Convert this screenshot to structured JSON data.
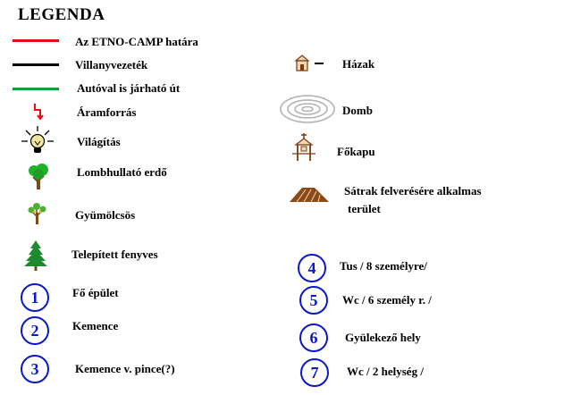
{
  "title": "LEGENDA",
  "colors": {
    "red_line": "#e41010",
    "black_line": "#000000",
    "green_line": "#12a030",
    "number_circle": "#0a18c8"
  },
  "left_items": [
    {
      "icon": "red-line",
      "label": "Az ETNO-CAMP határa"
    },
    {
      "icon": "black-line",
      "label": "Villanyvezeték"
    },
    {
      "icon": "green-line",
      "label": "Autóval is járható út"
    },
    {
      "icon": "power-source-icon",
      "label": "Áramforrás"
    },
    {
      "icon": "light-bulb-icon",
      "label": "Világítás"
    },
    {
      "icon": "deciduous-tree-icon",
      "label": "Lombhullató erdő"
    },
    {
      "icon": "fruit-tree-icon",
      "label": "Gyümölcsös"
    },
    {
      "icon": "pine-tree-icon",
      "label": "Telepített fenyves"
    },
    {
      "number": "1",
      "label": "Fő épület"
    },
    {
      "number": "2",
      "label": "Kemence"
    },
    {
      "number": "3",
      "label": "Kemence v. pince(?)"
    }
  ],
  "right_items": [
    {
      "icon": "house-icon",
      "label": "Házak"
    },
    {
      "icon": "hill-icon",
      "label": "Domb"
    },
    {
      "icon": "gate-icon",
      "label": "Főkapu"
    },
    {
      "icon": "tent-area-icon",
      "label": "Sátrak felverésére alkalmas",
      "label2": "terület"
    },
    {
      "number": "4",
      "label": "Tus / 8 személyre/"
    },
    {
      "number": "5",
      "label": "Wc / 6 személy r. /"
    },
    {
      "number": "6",
      "label": "Gyülekező hely"
    },
    {
      "number": "7",
      "label": "Wc / 2 helység /"
    }
  ]
}
